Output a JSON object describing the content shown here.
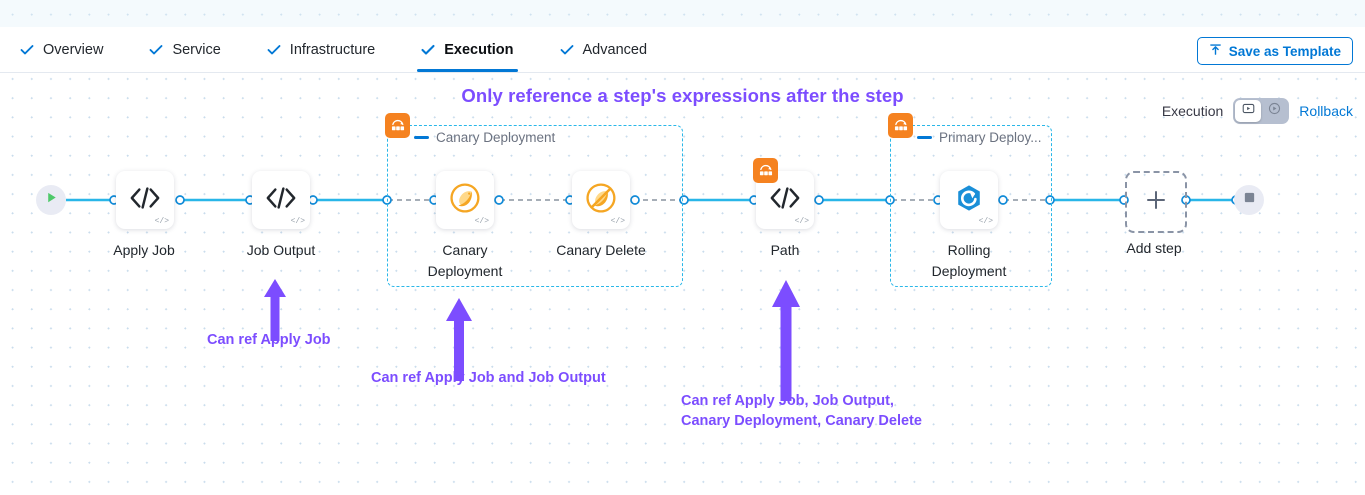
{
  "tabs": [
    {
      "label": "Overview",
      "active": false
    },
    {
      "label": "Service",
      "active": false
    },
    {
      "label": "Infrastructure",
      "active": false
    },
    {
      "label": "Execution",
      "active": true
    },
    {
      "label": "Advanced",
      "active": false
    }
  ],
  "toolbar": {
    "save_template_label": "Save as Template",
    "save_template_icon": "upload-template-icon"
  },
  "headline": "Only reference a step's expressions after the step",
  "mode_switch": {
    "execution_label": "Execution",
    "rollback_label": "Rollback",
    "execution_icon": "execution-play-icon",
    "rollback_icon": "rollback-play-icon",
    "selected": "Execution"
  },
  "pipeline": {
    "start_icon": "play-start-icon",
    "end_icon": "stop-end-icon",
    "add_step_label": "Add step",
    "add_step_icon": "plus-icon",
    "nodes": [
      {
        "id": "apply-job",
        "label": "Apply Job",
        "icon": "code-brackets-icon",
        "badge": null,
        "mini": "</>"
      },
      {
        "id": "job-output",
        "label": "Job Output",
        "icon": "code-brackets-icon",
        "badge": null,
        "mini": "</>"
      },
      {
        "id": "canary-deployment",
        "label": "Canary Deployment",
        "icon": "canary-bird-icon",
        "badge": null,
        "mini": "</>"
      },
      {
        "id": "canary-delete",
        "label": "Canary Delete",
        "icon": "canary-bird-delete-icon",
        "badge": null,
        "mini": "</>"
      },
      {
        "id": "path",
        "label": "Path",
        "icon": "code-brackets-icon",
        "badge": "step-group-icon",
        "mini": "</>"
      },
      {
        "id": "rolling-deployment",
        "label": "Rolling Deployment",
        "icon": "rolling-hex-icon",
        "badge": null,
        "mini": "</>"
      }
    ],
    "groups": [
      {
        "id": "canary-deployment-group",
        "label": "Canary Deployment",
        "badge": "step-group-icon"
      },
      {
        "id": "primary-deployment-group",
        "label": "Primary Deploy...",
        "badge": "step-group-icon"
      }
    ]
  },
  "annotations": [
    {
      "id": "anno-apply-job",
      "text": "Can ref Apply Job"
    },
    {
      "id": "anno-canary-deployment",
      "text": "Can ref Apply Job and Job Output"
    },
    {
      "id": "anno-path",
      "text": "Can ref Apply Job, Job Output,\nCanary Deployment, Canary Delete"
    }
  ],
  "colors": {
    "accent_blue": "#0278d5",
    "connector_cyan": "#2ab7e8",
    "annotation_purple": "#7c4dff",
    "group_orange": "#f58220"
  }
}
